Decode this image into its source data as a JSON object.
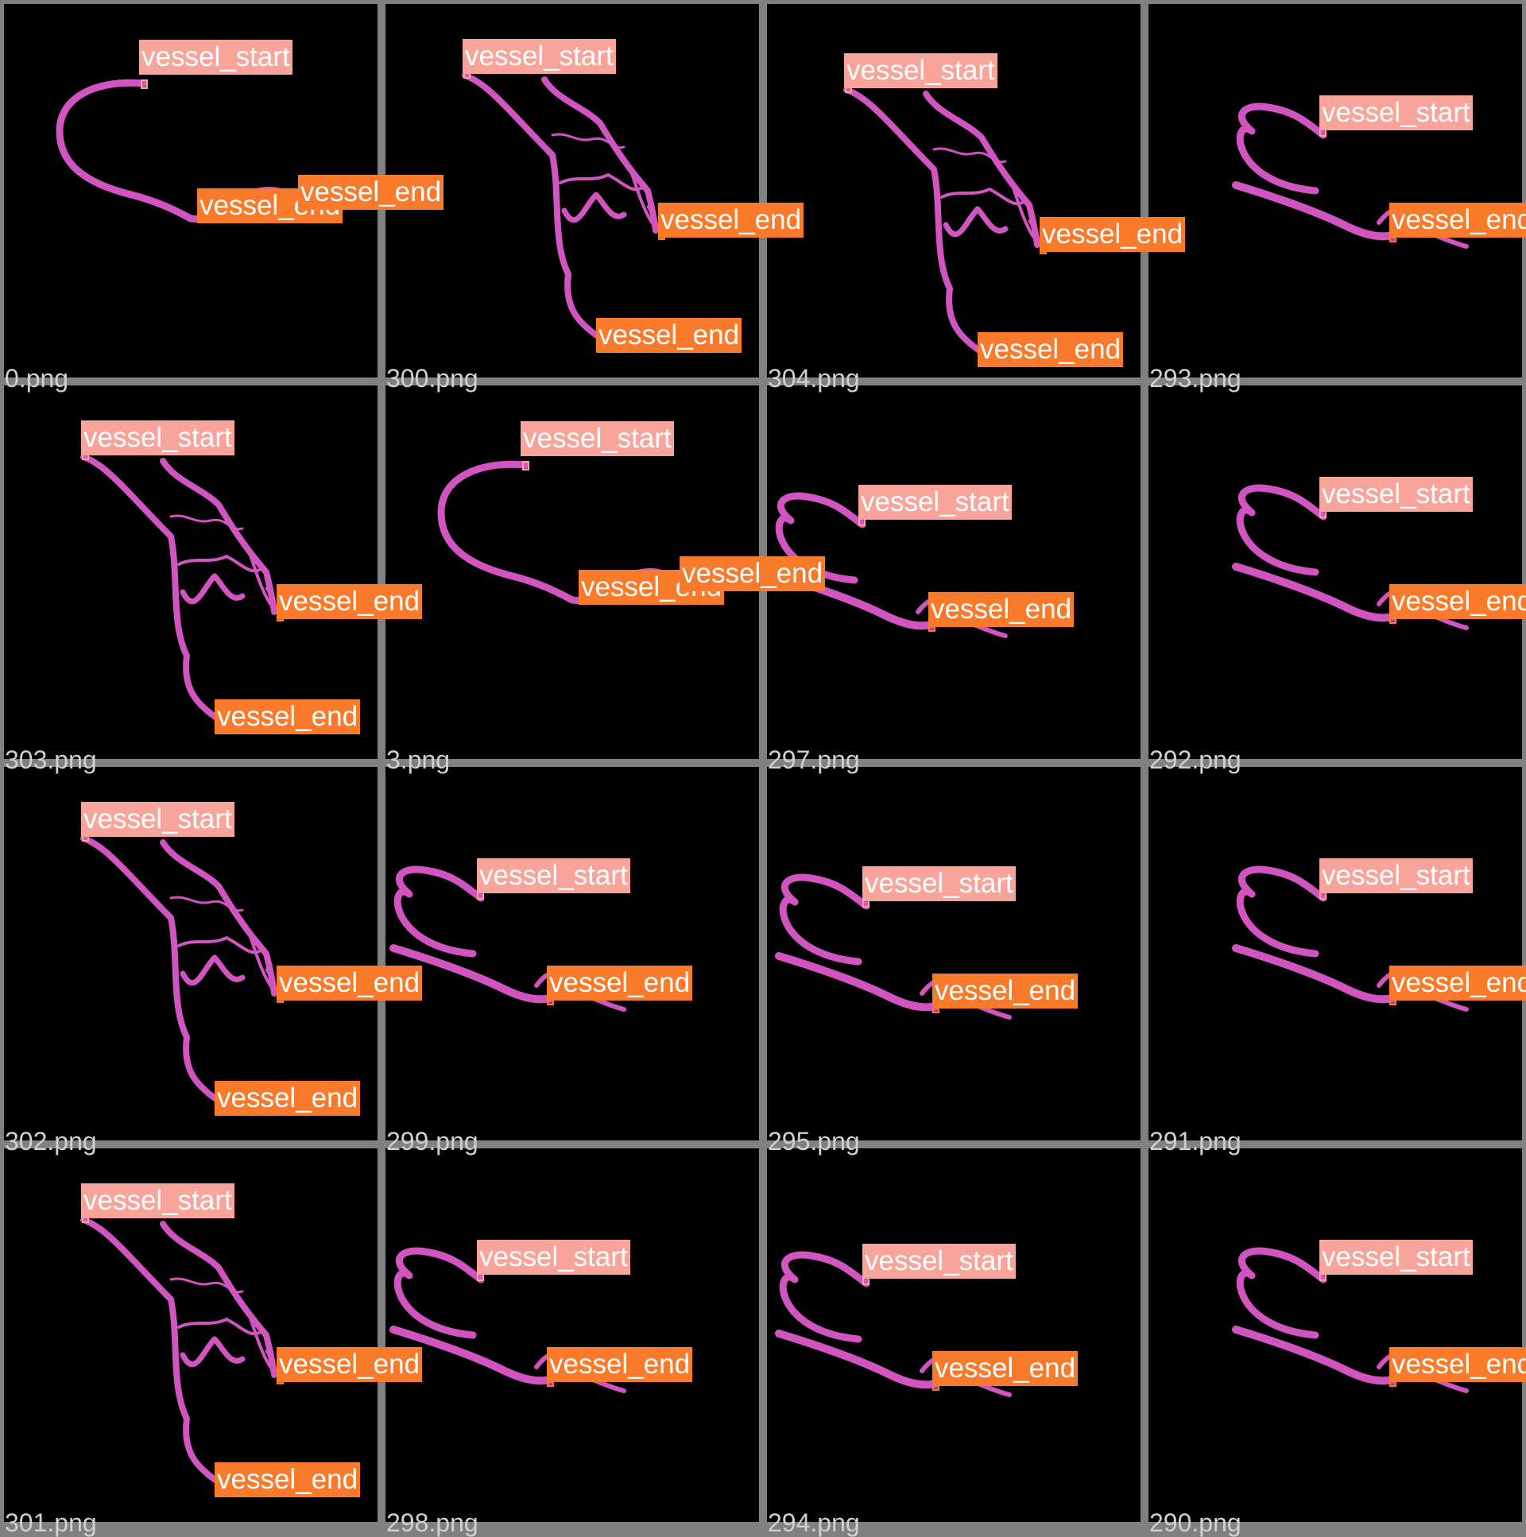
{
  "colors": {
    "background": "#808080",
    "tile_background": "#000000",
    "vessel": "#d154c1",
    "start_label_bg": "#f8a49a",
    "end_label_bg": "#f87a2a",
    "label_text": "#ffffff",
    "filename_text": "#d0d0d0"
  },
  "labels": {
    "start": "vessel_start",
    "end": "vessel_end"
  },
  "tiles": [
    {
      "file": "0.png",
      "shape": "loop"
    },
    {
      "file": "300.png",
      "shape": "tree"
    },
    {
      "file": "304.png",
      "shape": "tree"
    },
    {
      "file": "293.png",
      "shape": "hook"
    },
    {
      "file": "303.png",
      "shape": "tree"
    },
    {
      "file": "3.png",
      "shape": "loop"
    },
    {
      "file": "297.png",
      "shape": "hook"
    },
    {
      "file": "292.png",
      "shape": "hook"
    },
    {
      "file": "302.png",
      "shape": "tree"
    },
    {
      "file": "299.png",
      "shape": "hook"
    },
    {
      "file": "295.png",
      "shape": "hook"
    },
    {
      "file": "291.png",
      "shape": "hook"
    },
    {
      "file": "301.png",
      "shape": "tree"
    },
    {
      "file": "298.png",
      "shape": "hook"
    },
    {
      "file": "294.png",
      "shape": "hook"
    },
    {
      "file": "290.png",
      "shape": "hook"
    }
  ]
}
